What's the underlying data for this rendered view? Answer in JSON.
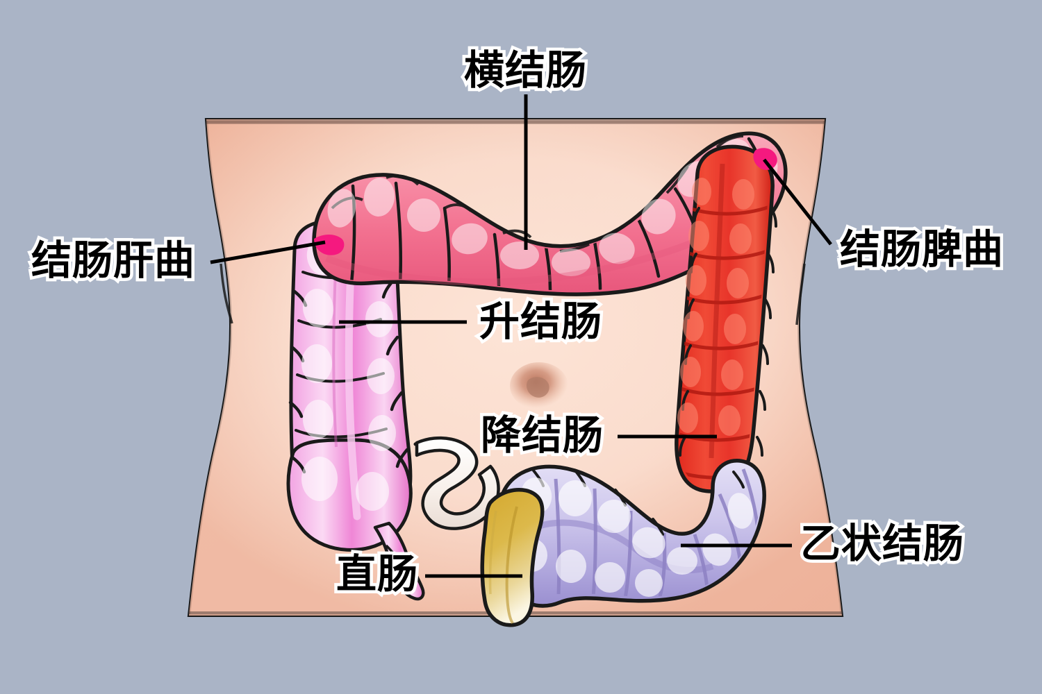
{
  "diagram": {
    "title_visible": false,
    "background_color": "#aab4c6",
    "subject": "human-torso-large-intestine"
  },
  "labels": {
    "transverse_colon": "横结肠",
    "hepatic_flexure": "结肠肝曲",
    "splenic_flexure": "结肠脾曲",
    "ascending_colon": "升结肠",
    "descending_colon": "降结肠",
    "sigmoid_colon": "乙状结肠",
    "rectum": "直肠"
  },
  "colors": {
    "background": "#aab4c6",
    "skin_light": "#fadfcf",
    "skin_mid": "#f3c3ad",
    "skin_dark": "#e8a48d",
    "outline": "#1a1a1a",
    "transverse_colon": "#f2708f",
    "ascending_colon": "#ef86d6",
    "descending_colon": "#e8342a",
    "sigmoid_colon": "#b0a7dd",
    "rectum": "#d9b340",
    "flexure_accent": "#f5197f",
    "ileum": "#fbf2ee",
    "label_text": "#000000",
    "label_outline": "#ffffff",
    "leader_line": "#000000"
  },
  "structures": [
    {
      "name": "transverse-colon",
      "color": "#f2708f",
      "label": "横结肠"
    },
    {
      "name": "hepatic-flexure",
      "color": "#f5197f",
      "label": "结肠肝曲"
    },
    {
      "name": "splenic-flexure",
      "color": "#f5197f",
      "label": "结肠脾曲"
    },
    {
      "name": "ascending-colon",
      "color": "#ef86d6",
      "label": "升结肠"
    },
    {
      "name": "descending-colon",
      "color": "#e8342a",
      "label": "降结肠"
    },
    {
      "name": "sigmoid-colon",
      "color": "#b0a7dd",
      "label": "乙状结肠"
    },
    {
      "name": "rectum",
      "color": "#d9b340",
      "label": "直肠"
    },
    {
      "name": "cecum",
      "color": "#ef86d6",
      "label": ""
    },
    {
      "name": "appendix",
      "color": "#ef86d6",
      "label": ""
    },
    {
      "name": "ileum",
      "color": "#fbf2ee",
      "label": ""
    },
    {
      "name": "navel",
      "color": "#c98c76",
      "label": ""
    }
  ]
}
